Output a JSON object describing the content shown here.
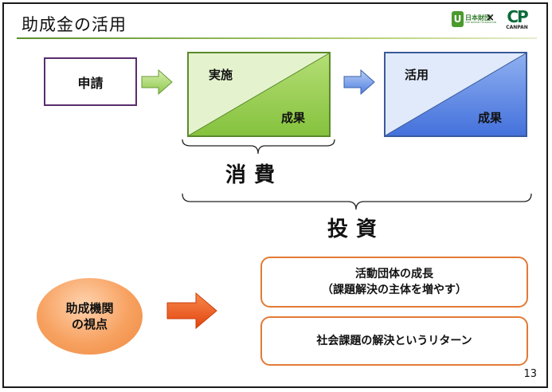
{
  "slide": {
    "title": "助成金の活用",
    "page_number": "13"
  },
  "logos": {
    "nippon_foundation": {
      "mark": "U",
      "jp": "日本財団",
      "en": "THE NIPPON FOUNDATION"
    },
    "separator": "×",
    "canpan": {
      "mark": "CP",
      "text": "CANPAN"
    }
  },
  "flow": {
    "apply_label": "申請",
    "implement": {
      "top_label": "実施",
      "bottom_label": "成果",
      "fill_light": "#dff0c4",
      "fill_dark": "#8fc843",
      "border": "#5a8a2a"
    },
    "utilize": {
      "top_label": "活用",
      "bottom_label": "成果",
      "fill_light": "#dce8fb",
      "fill_dark": "#4f7fe0",
      "border": "#3a5a9a"
    },
    "arrow_green": "#9fd35a",
    "arrow_blue": "#5a86df"
  },
  "brackets": {
    "consumption": "消費",
    "investment": "投資"
  },
  "perspective": {
    "oval_line1": "助成機関",
    "oval_line2": "の視点",
    "arrow_color": "#ee5a1e",
    "box1_line1": "活動団体の成長",
    "box1_line2": "（課題解決の主体を増やす）",
    "box2_text": "社会課題の解決というリターン"
  }
}
